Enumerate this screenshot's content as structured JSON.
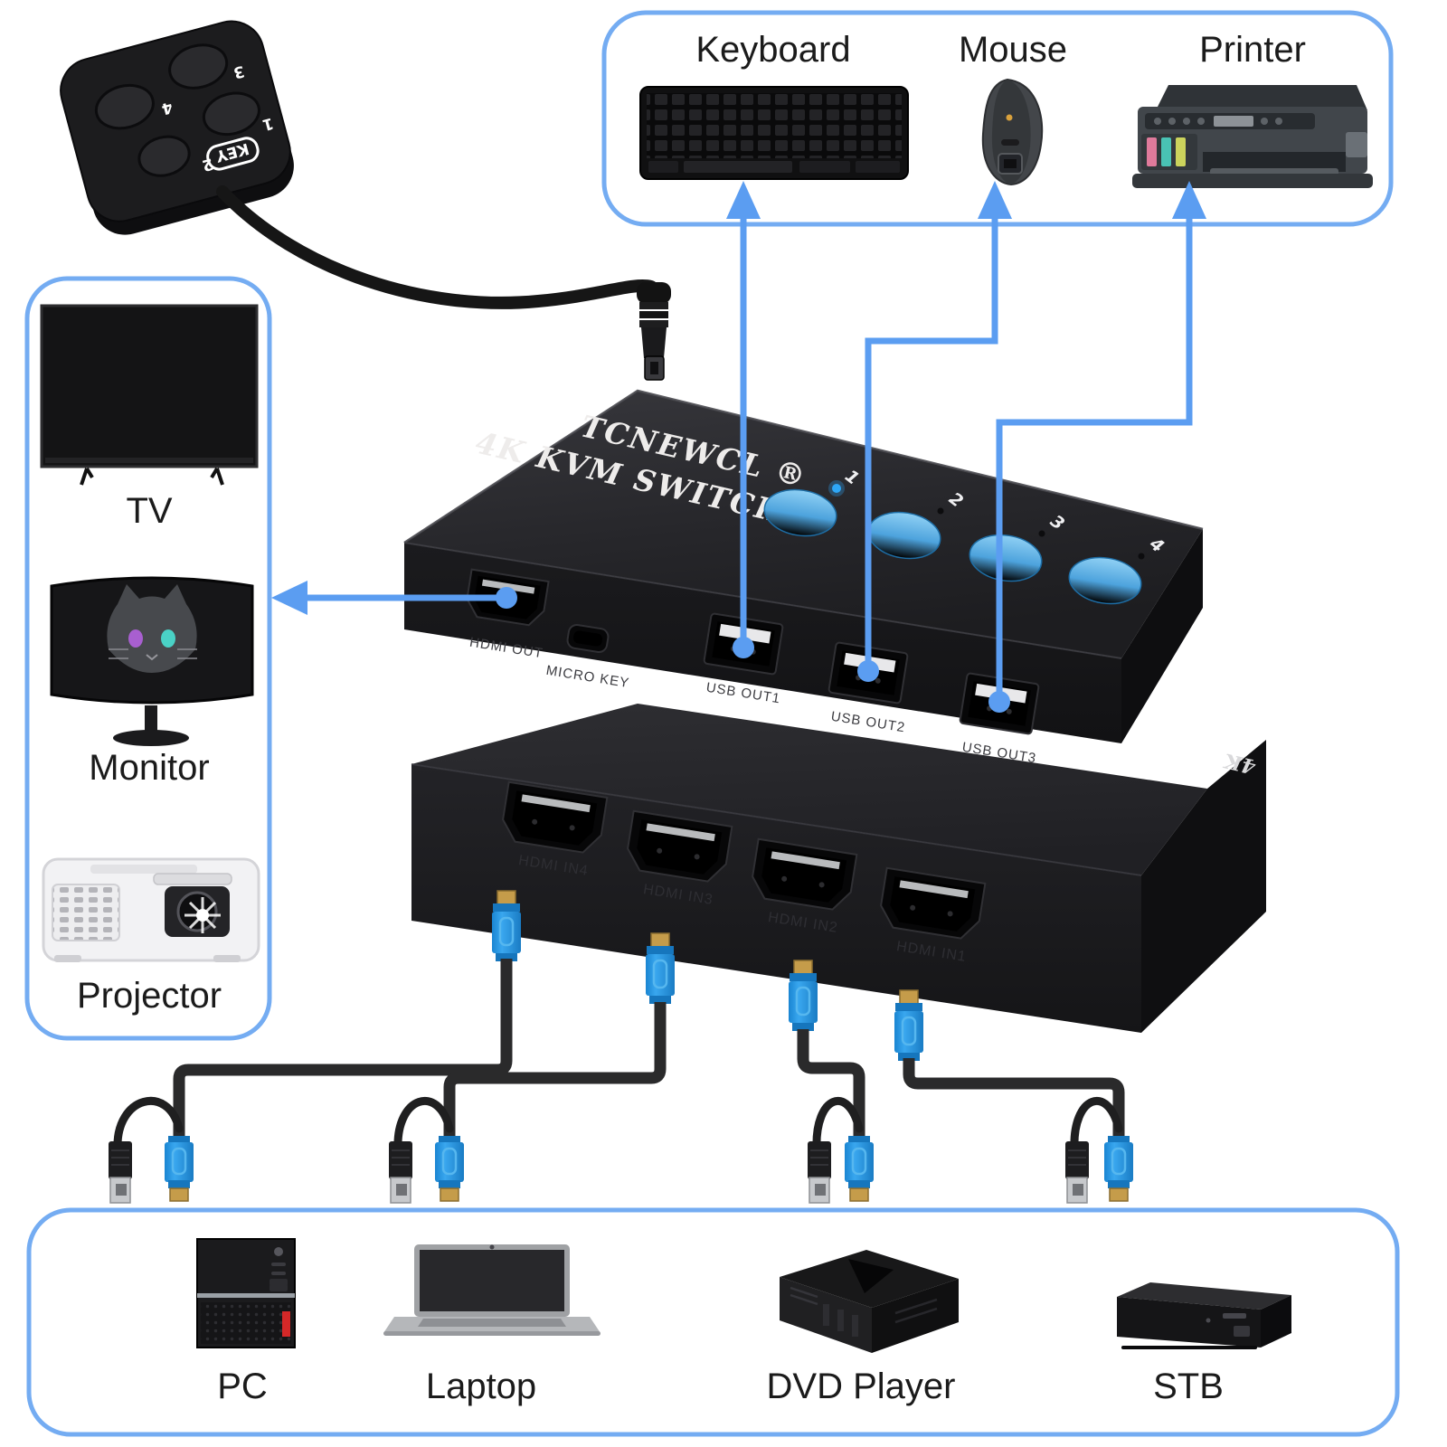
{
  "colors": {
    "line_blue": "#5b9df1",
    "box_border_blue": "#74acf2",
    "button_blue": "#57ace2",
    "led_blue": "#2ea7f7",
    "hdmi_cable_blue": "#2196e3",
    "gold": "#c59c4a",
    "accent_red": "#d42828"
  },
  "remote": {
    "name_label": "KEY",
    "button_labels": [
      "1",
      "2",
      "3",
      "4"
    ]
  },
  "peripherals_box": {
    "items": [
      {
        "label": "Keyboard"
      },
      {
        "label": "Mouse"
      },
      {
        "label": "Printer"
      }
    ]
  },
  "displays_box": {
    "items": [
      {
        "label": "TV"
      },
      {
        "label": "Monitor"
      },
      {
        "label": "Projector"
      }
    ]
  },
  "sources_box": {
    "items": [
      {
        "label": "PC"
      },
      {
        "label": "Laptop"
      },
      {
        "label": "DVD Player"
      },
      {
        "label": "STB"
      }
    ]
  },
  "kvm_switch": {
    "brand": "TCNEWCL ®",
    "model": "4K KVM SWITCH",
    "channel_labels": [
      "1",
      "2",
      "3",
      "4"
    ],
    "top_unit_ports": [
      "HDMI OUT",
      "MICRO KEY",
      "USB OUT1",
      "USB OUT2",
      "USB OUT3"
    ],
    "bottom_unit_ports": [
      "HDMI IN4",
      "HDMI IN3",
      "HDMI IN2",
      "HDMI IN1"
    ],
    "side_badge": "4K"
  }
}
